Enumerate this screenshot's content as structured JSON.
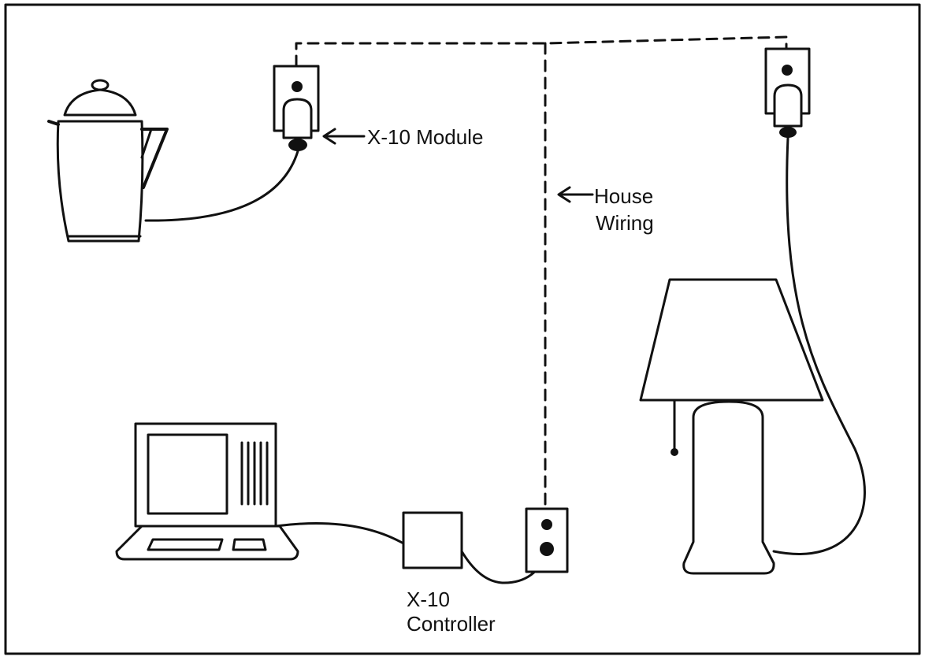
{
  "labels": {
    "module": "X-10 Module",
    "house_wiring_line1": "House",
    "house_wiring_line2": "Wiring",
    "controller_line1": "X-10",
    "controller_line2": "Controller"
  },
  "colors": {
    "ink": "#111111",
    "background": "#ffffff"
  },
  "icons": [
    "coffee-pot-icon",
    "x10-module-icon",
    "computer-icon",
    "controller-box-icon",
    "wall-outlet-icon",
    "lamp-icon"
  ]
}
